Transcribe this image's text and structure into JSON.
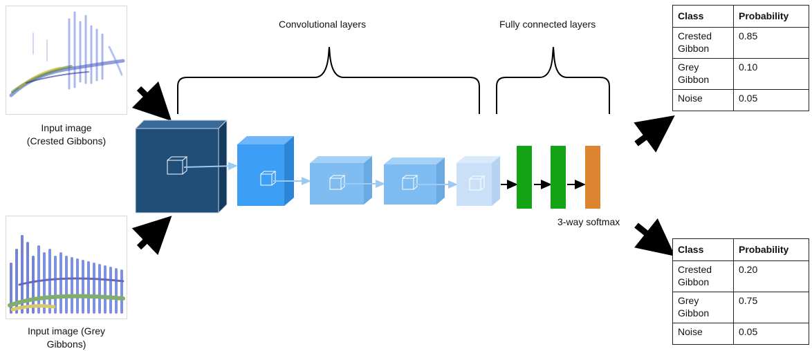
{
  "inputs": [
    {
      "caption": "Input image\n(Crested Gibbons)"
    },
    {
      "caption": "Input image (Grey\nGibbons)"
    }
  ],
  "labels": {
    "conv": "Convolutional layers",
    "fc": "Fully connected layers",
    "softmax": "3-way softmax"
  },
  "colors": {
    "conv1": "#1f4e79",
    "conv2": "#3d9ef5",
    "conv3": "#7fbcf2",
    "conv4": "#7fbcf2",
    "conv5": "#c9e0f6",
    "fc": "#14a315",
    "softmax": "#dd8430"
  },
  "tables": [
    {
      "header": {
        "class": "Class",
        "probability": "Probability"
      },
      "rows": [
        {
          "class": "Crested Gibbon",
          "probability": "0.85"
        },
        {
          "class": "Grey Gibbon",
          "probability": "0.10"
        },
        {
          "class": "Noise",
          "probability": "0.05"
        }
      ]
    },
    {
      "header": {
        "class": "Class",
        "probability": "Probability"
      },
      "rows": [
        {
          "class": "Crested Gibbon",
          "probability": "0.20"
        },
        {
          "class": "Grey Gibbon",
          "probability": "0.75"
        },
        {
          "class": "Noise",
          "probability": "0.05"
        }
      ]
    }
  ]
}
